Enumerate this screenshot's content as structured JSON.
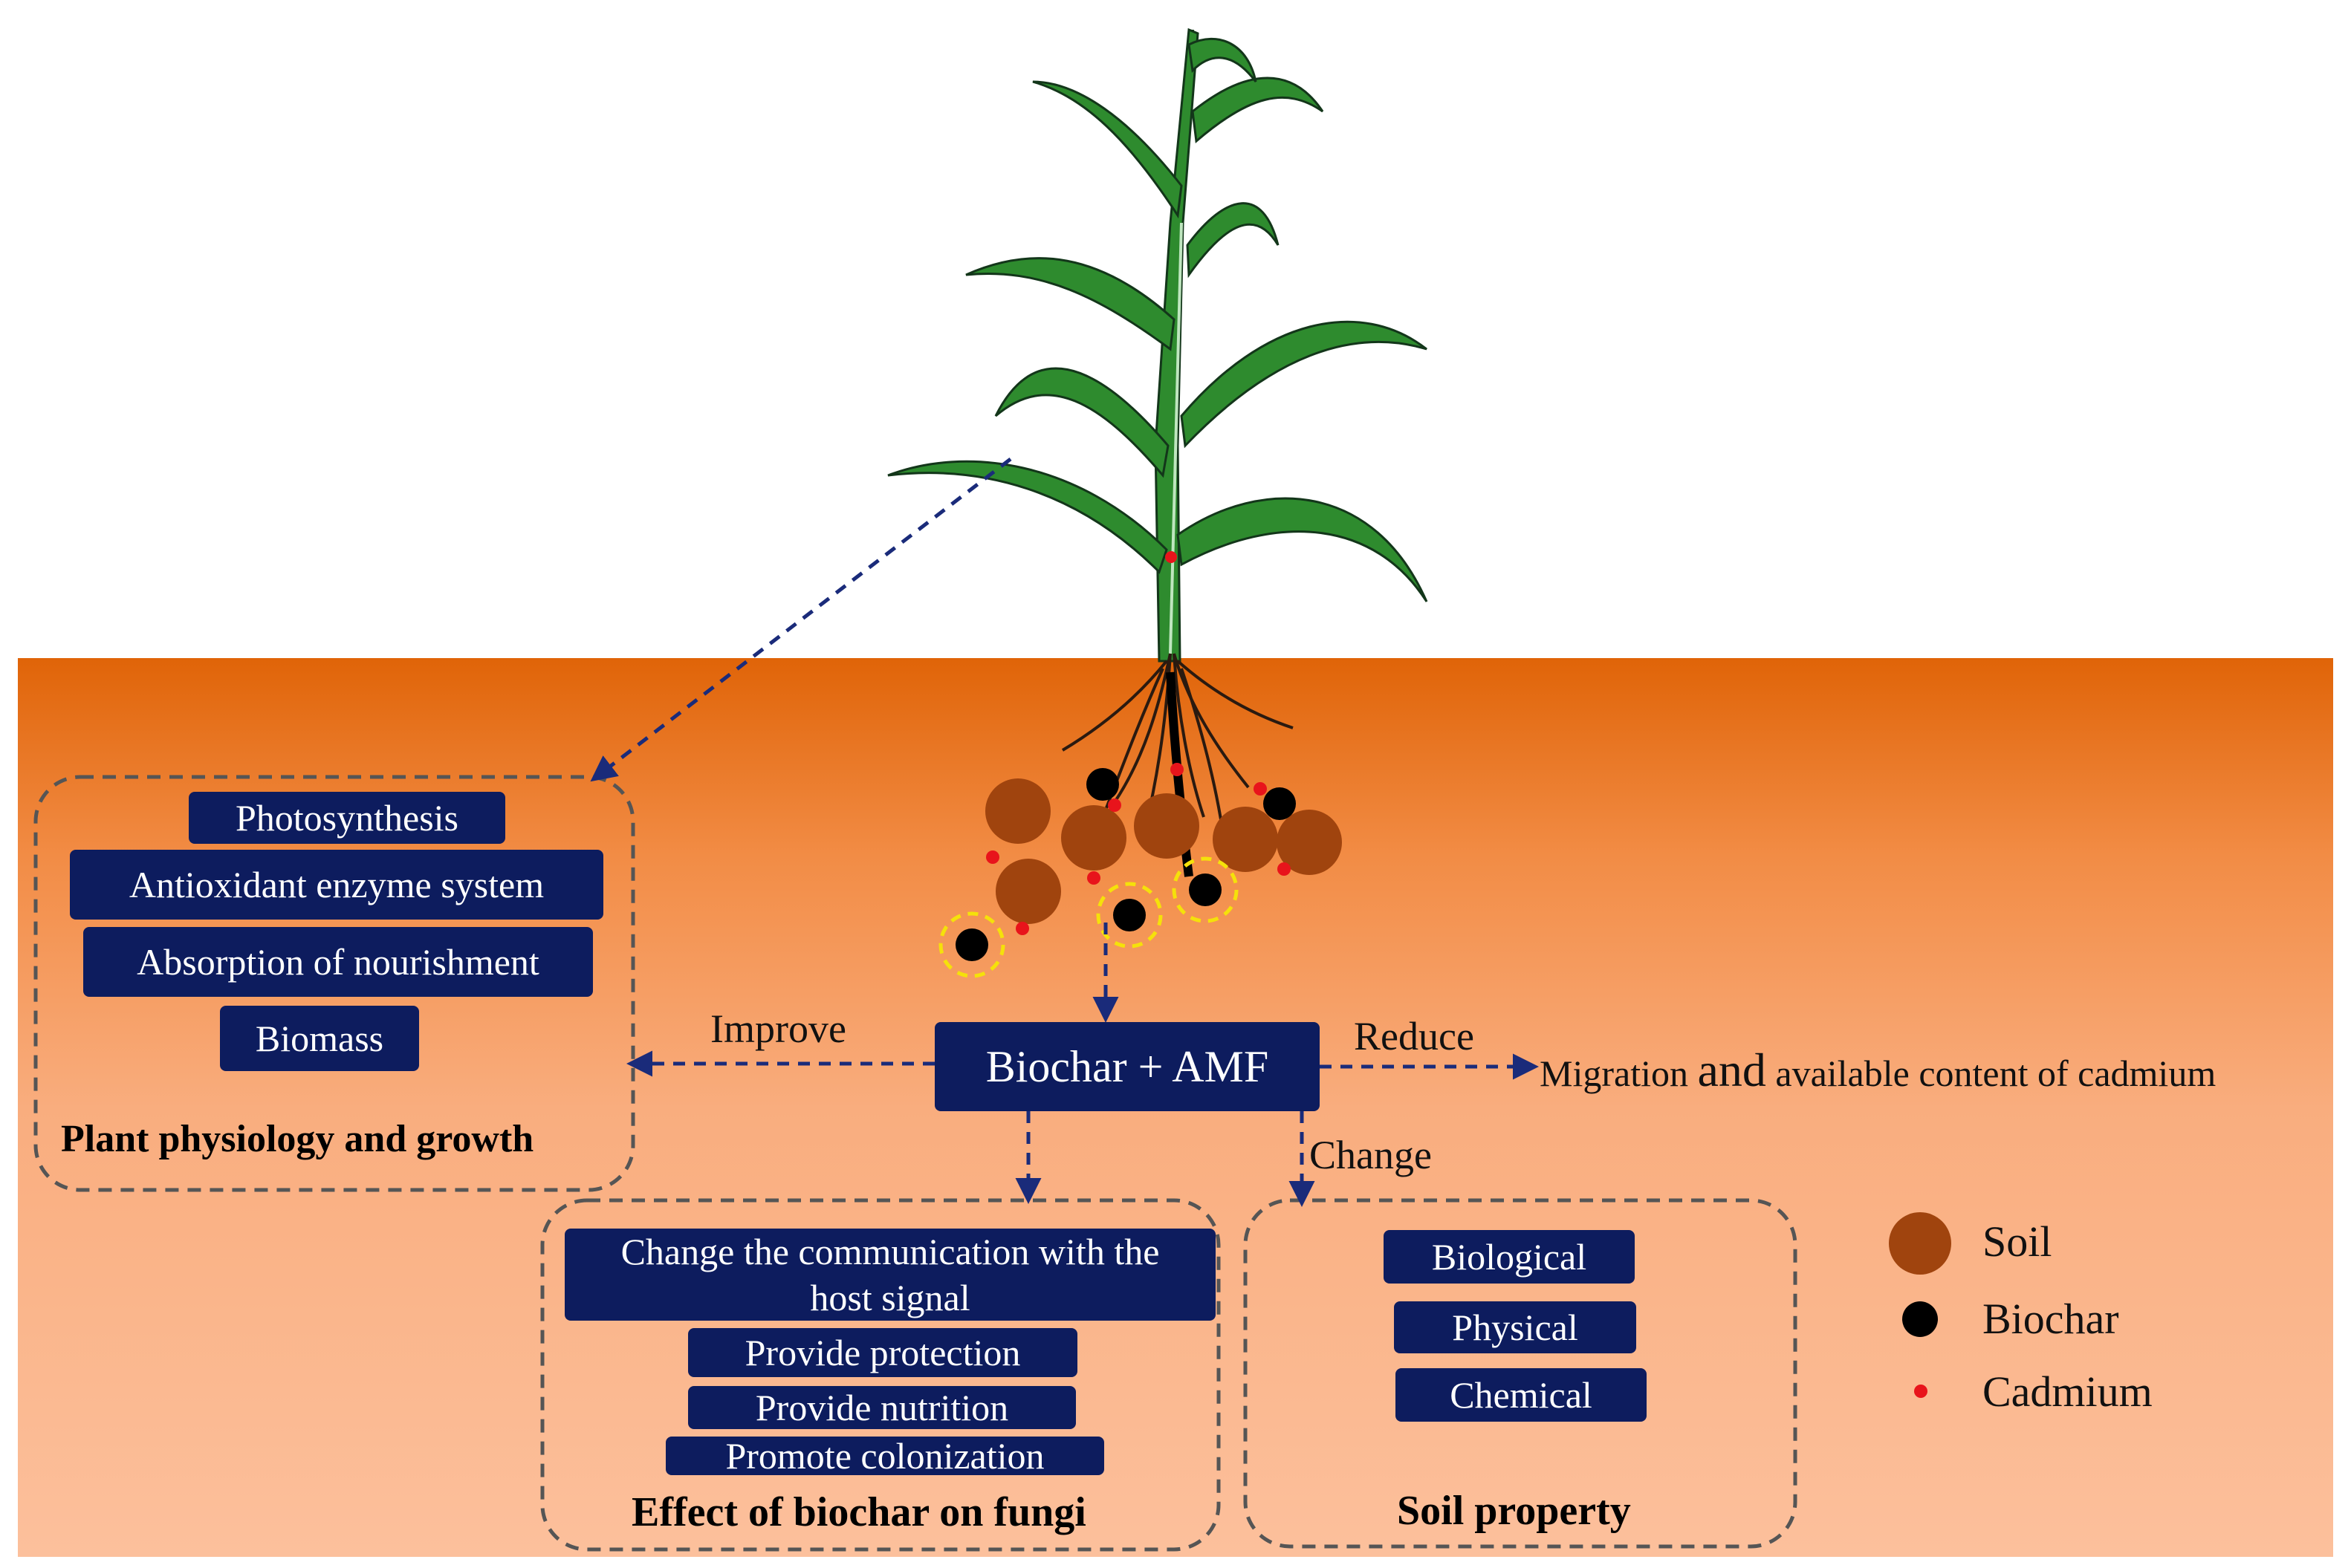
{
  "plant_group": {
    "items": [
      "Photosynthesis",
      "Antioxidant enzyme system",
      "Absorption of nourishment",
      "Biomass"
    ],
    "label": "Plant physiology and growth"
  },
  "center": {
    "label": "Biochar + AMF"
  },
  "edges": {
    "improve": "Improve",
    "reduce": "Reduce",
    "change": "Change"
  },
  "reduce_target": {
    "part1": "Migration ",
    "part2": "and",
    "part3": " available content of cadmium"
  },
  "fungi_group": {
    "items": [
      "Change the communication with the host signal",
      "Provide protection",
      "Provide nutrition",
      "Promote colonization"
    ],
    "label": "Effect of biochar on fungi"
  },
  "soil_group": {
    "items": [
      "Biological",
      "Physical",
      "Chemical"
    ],
    "label": "Soil property"
  },
  "legend": {
    "soil": {
      "label": "Soil",
      "color": "#a0440e"
    },
    "biochar": {
      "label": "Biochar",
      "color": "#000000"
    },
    "cadmium": {
      "label": "Cadmium",
      "color": "#e8141b"
    }
  },
  "colors": {
    "box_fill": "#0d1c5e",
    "arrow": "#1a2b7a",
    "leaf": "#2e8b2e",
    "soil_top": "#e06408",
    "soil_bottom": "#fcc09c"
  }
}
